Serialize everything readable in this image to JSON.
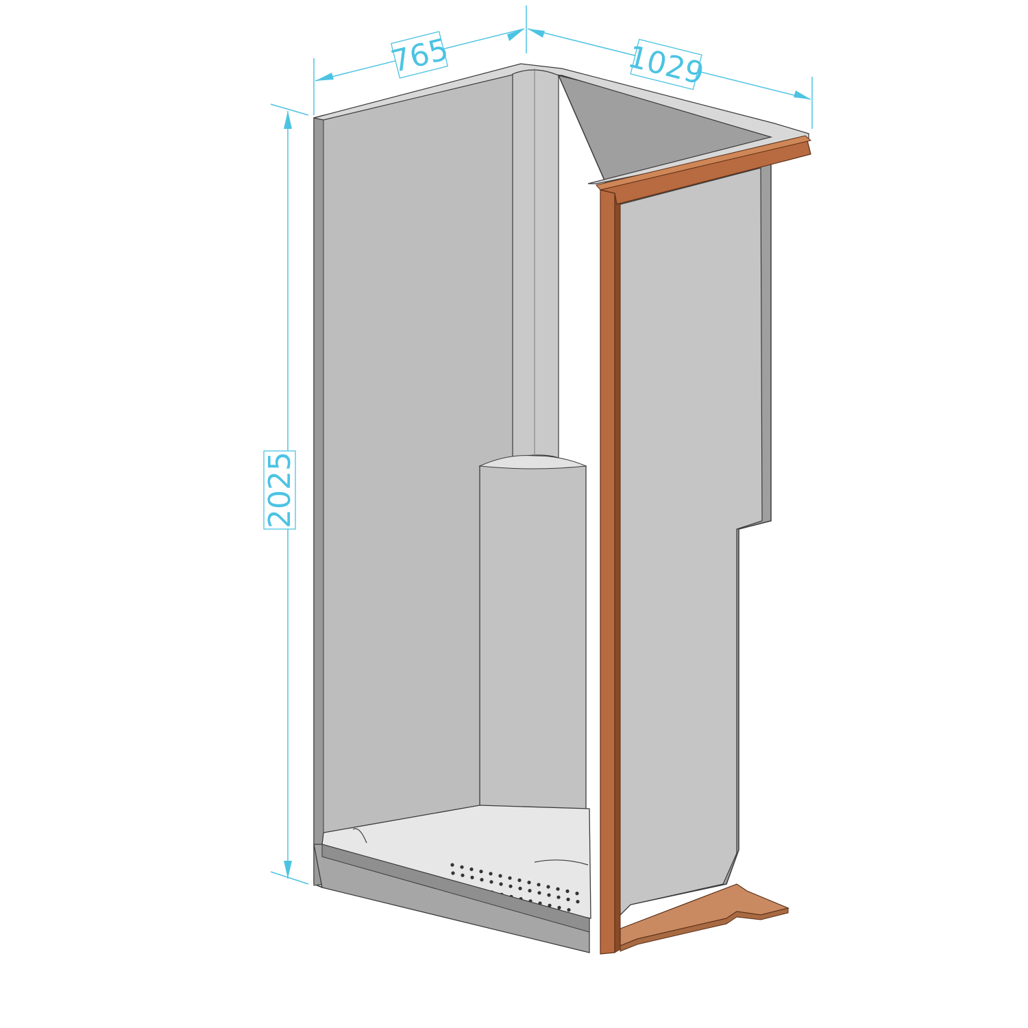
{
  "dimensions": {
    "width_depth": "765",
    "width_length": "1029",
    "height": "2025"
  },
  "colors": {
    "dimension": "#4cc3e3",
    "shell_light": "#c6c6c6",
    "shell_dark": "#9e9e9e",
    "shell_edge": "#3a3a3a",
    "frame_wood": "#b86a40",
    "frame_wood_dark": "#8a4a28",
    "base_wood": "#c98a62",
    "floor": "#e4e4e4"
  }
}
